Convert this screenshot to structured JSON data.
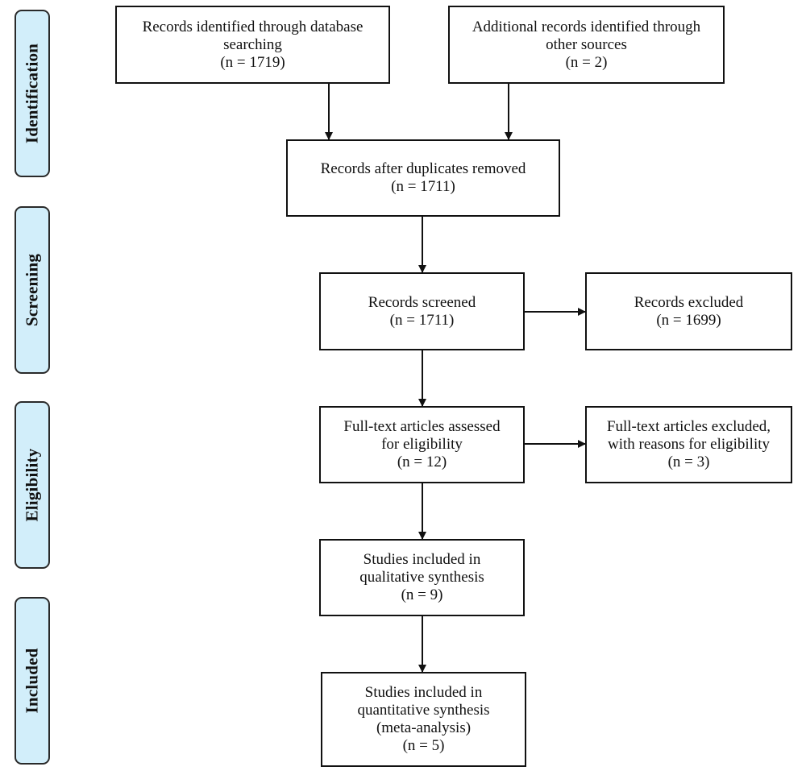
{
  "phases": {
    "identification": "Identification",
    "screening": "Screening",
    "eligibility": "Eligibility",
    "included": "Included"
  },
  "boxes": {
    "database_search": {
      "line1": "Records identified through database",
      "line2": "searching",
      "count": "(n = 1719)"
    },
    "other_sources": {
      "line1": "Additional records identified through",
      "line2": "other sources",
      "count": "(n = 2)"
    },
    "duplicates_removed": {
      "line1": "Records after duplicates removed",
      "count": "(n = 1711)"
    },
    "screened": {
      "line1": "Records screened",
      "count": "(n = 1711)"
    },
    "excluded": {
      "line1": "Records excluded",
      "count": "(n = 1699)"
    },
    "full_text_assessed": {
      "line1": "Full-text articles assessed",
      "line2": "for eligibility",
      "count": "(n = 12)"
    },
    "full_text_excluded": {
      "line1": "Full-text articles excluded,",
      "line2": "with reasons for eligibility",
      "count": "(n = 3)"
    },
    "qualitative": {
      "line1": "Studies included in",
      "line2": "qualitative synthesis",
      "count": "(n = 9)"
    },
    "quantitative": {
      "line1": "Studies included in",
      "line2": "quantitative synthesis",
      "line3": "(meta-analysis)",
      "count": "(n = 5)"
    }
  }
}
